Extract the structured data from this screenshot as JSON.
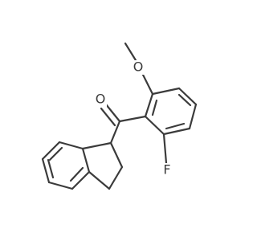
{
  "molecule": {
    "atoms": {
      "oxygen_carbonyl": "O",
      "oxygen_methoxy": "O",
      "fluorine": "F"
    },
    "colors": {
      "bond": "#3b3b3b",
      "label": "#3b3b3b",
      "background": "#ffffff"
    }
  }
}
